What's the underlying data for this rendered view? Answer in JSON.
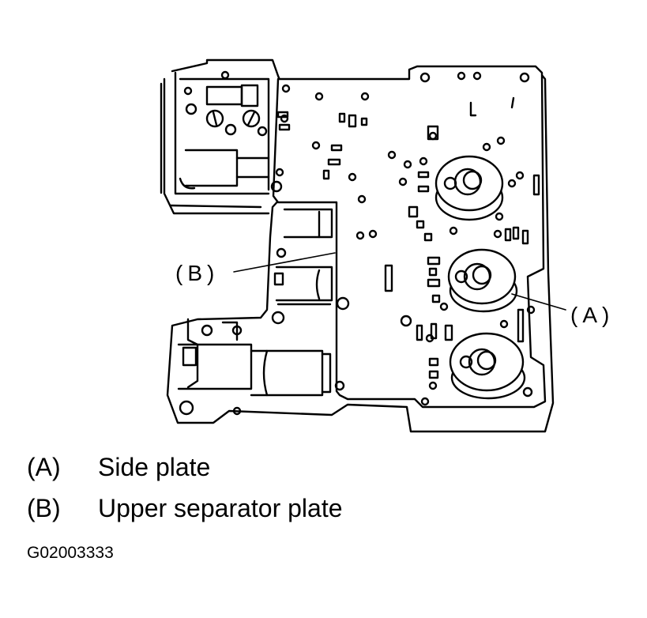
{
  "figure": {
    "callouts": {
      "a": "(A)",
      "b": "(B)"
    },
    "legend": [
      {
        "letter": "(A)",
        "text": "Side plate"
      },
      {
        "letter": "(B)",
        "text": "Upper separator plate"
      }
    ],
    "code": "G02003333"
  }
}
